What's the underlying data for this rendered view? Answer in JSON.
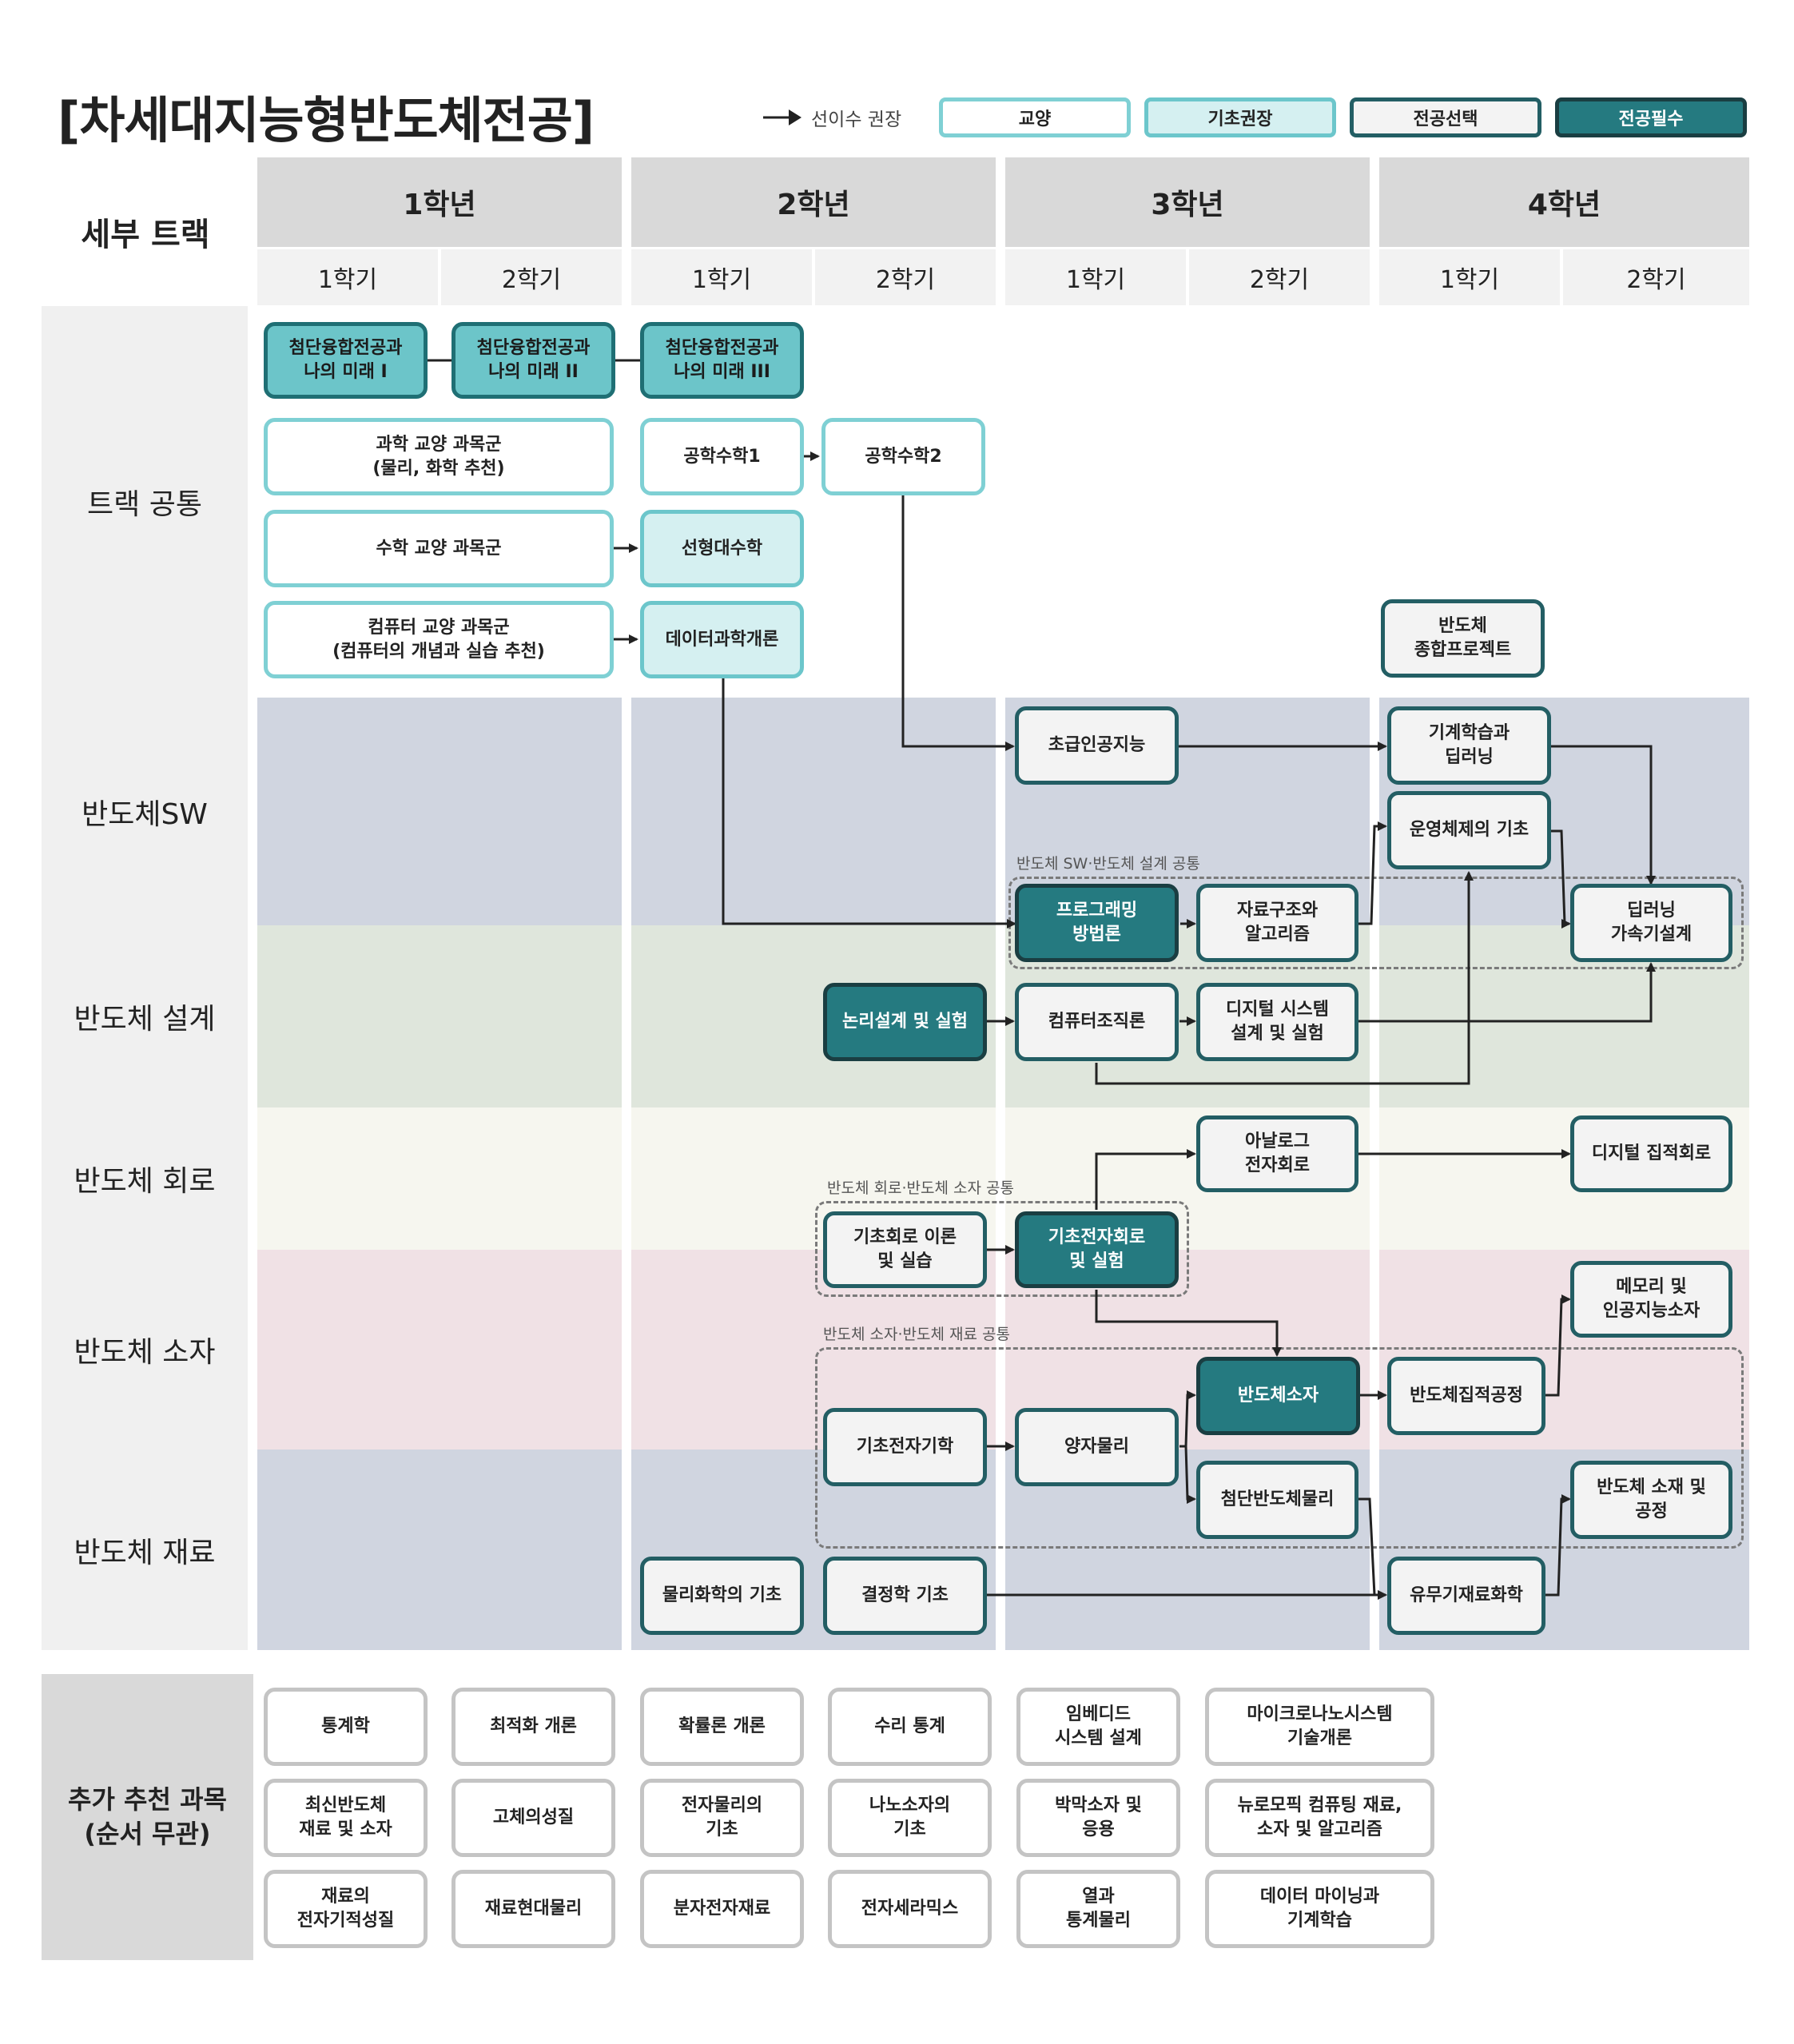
{
  "title": "[차세대지능형반도체전공]",
  "legend": {
    "arrow_label": "선이수 권장",
    "items": [
      {
        "label": "교양"
      },
      {
        "label": "기초권장"
      },
      {
        "label": "전공선택"
      },
      {
        "label": "전공필수"
      }
    ]
  },
  "header": {
    "track_label": "세부 트랙",
    "years": [
      {
        "label": "1학년",
        "semesters": [
          "1학기",
          "2학기"
        ]
      },
      {
        "label": "2학년",
        "semesters": [
          "1학기",
          "2학기"
        ]
      },
      {
        "label": "3학년",
        "semesters": [
          "1학기",
          "2학기"
        ]
      },
      {
        "label": "4학년",
        "semesters": [
          "1학기",
          "2학기"
        ]
      }
    ]
  },
  "rows": {
    "common": "트랙 공통",
    "sw": "반도체SW",
    "design": "반도체 설계",
    "circuit": "반도체 회로",
    "device": "반도체 소자",
    "material": "반도체 재료",
    "extra": "추가 추천 과목\n(순서 무관)"
  },
  "groups": {
    "sw_design": "반도체 SW·반도체  설계 공통",
    "circuit_device": "반도체 회로·반도체 소자 공통",
    "device_material": "반도체 소자·반도체 재료 공통"
  },
  "courses": {
    "fusion1": "첨단융합전공과\n나의 미래 I",
    "fusion2": "첨단융합전공과\n나의 미래 II",
    "fusion3": "첨단융합전공과\n나의 미래 III",
    "sci_ge": "과학 교양 과목군\n(물리, 화학 추천)",
    "math_ge": "수학 교양 과목군",
    "comp_ge": "컴퓨터 교양 과목군\n(컴퓨터의 개념과 실습 추천)",
    "engmath1": "공학수학1",
    "engmath2": "공학수학2",
    "linalg": "선형대수학",
    "datasci": "데이터과학개론",
    "capstone": "반도체\n종합프로젝트",
    "ai_intro": "초급인공지능",
    "ml_dl": "기계학습과\n딥러닝",
    "os": "운영체제의 기초",
    "prog": "프로그래밍\n방법론",
    "dsa": "자료구조와\n알고리즘",
    "dl_accel": "딥러닝\n가속기설계",
    "logic": "논리설계 및 실험",
    "comp_org": "컴퓨터조직론",
    "digital_sys": "디지털 시스템\n설계 및 실험",
    "analog": "아날로그\n전자회로",
    "digital_ic": "디지털 집적회로",
    "circuit_basic": "기초회로 이론\n및 실습",
    "elec_circuit": "기초전자회로\n및 실험",
    "mem_ai": "메모리 및\n인공지능소자",
    "semi_device": "반도체소자",
    "semi_process": "반도체집적공정",
    "em_basic": "기초전자기학",
    "quantum": "양자물리",
    "adv_physics": "첨단반도체물리",
    "mat_process": "반도체 소재 및\n공정",
    "phys_chem": "물리화학의 기초",
    "crystal": "결정학 기초",
    "organic": "유무기재료화학"
  },
  "extra_courses": [
    "통계학",
    "최적화 개론",
    "확률론 개론",
    "수리 통계",
    "임베디드\n시스템 설계",
    "마이크로나노시스템\n기술개론",
    "최신반도체\n재료 및 소자",
    "고체의성질",
    "전자물리의\n기초",
    "나노소자의\n기초",
    "박막소자 및\n응용",
    "뉴로모픽 컴퓨팅 재료,\n소자 및 알고리즘",
    "재료의\n전자기적성질",
    "재료현대물리",
    "분자전자재료",
    "전자세라믹스",
    "열과\n통계물리",
    "데이터 마이닝과\n기계학습"
  ],
  "colors": {
    "ge_border": "#7fd0d4",
    "basic_fill": "#d5f0f1",
    "elective_border": "#235e64",
    "required_fill": "#257a80",
    "band_sw": "#d0d5e0",
    "band_design": "#dfe6dc",
    "band_circuit": "#f6f6ef",
    "band_device": "#f0e1e5",
    "band_material": "#d0d5e0"
  }
}
